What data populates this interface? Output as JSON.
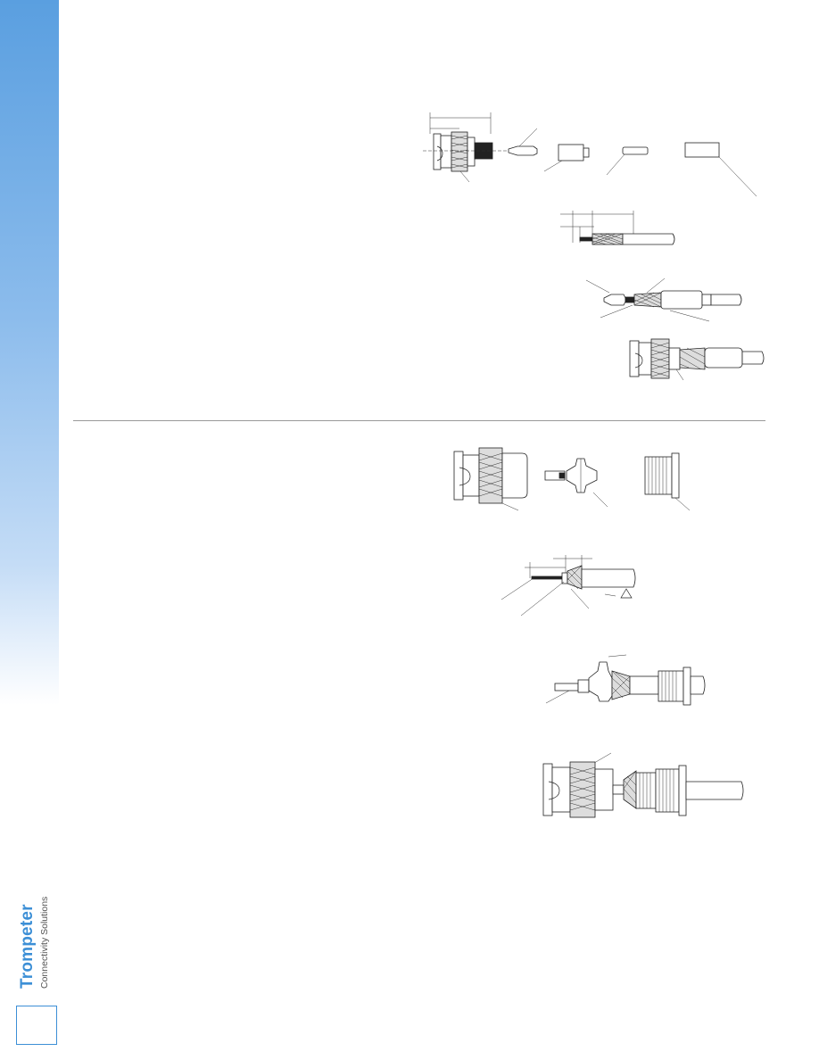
{
  "brand": {
    "name": "Trompeter",
    "subtitle": "Connectivity Solutions"
  },
  "colors": {
    "brand_blue": "#3c8fd6",
    "sidebar_top": "#5a9fe0",
    "rule": "#999999"
  },
  "figures": [
    "connector-parts-exploded",
    "cable-strip-dimensions",
    "cable-with-pin-and-ferrule",
    "crimped-connector-assembly",
    "clamp-connector-parts",
    "clamp-cable-strip",
    "clamp-subassembly",
    "clamp-final-assembly"
  ]
}
